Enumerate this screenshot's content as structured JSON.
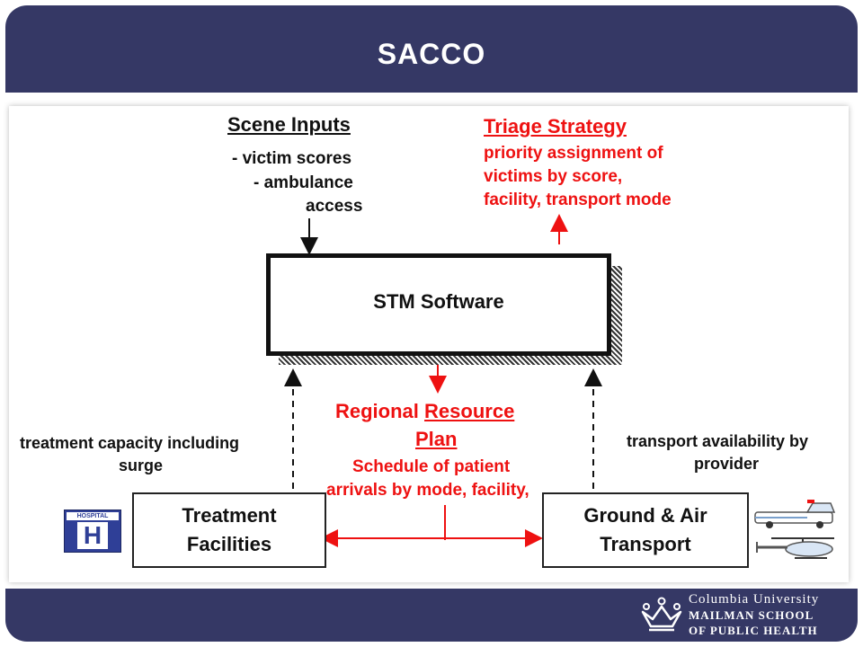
{
  "header": {
    "title": "SACCO"
  },
  "diagram": {
    "scene_inputs": {
      "heading": "Scene Inputs",
      "line1": "- victim scores",
      "line2": "- ambulance",
      "line3": "access"
    },
    "triage": {
      "heading": "Triage Strategy",
      "line1": "priority assignment of",
      "line2": "victims by score,",
      "line3": "facility, transport mode"
    },
    "stm": {
      "label": "STM Software"
    },
    "regional": {
      "word1": "Regional",
      "word2": "Resource",
      "word3": "Plan",
      "line1": "Schedule of patient",
      "line2": "arrivals by mode, facility,"
    },
    "treatment_capacity": {
      "line1": "treatment capacity including",
      "line2": "surge"
    },
    "transport_availability": {
      "line1": "transport availability by",
      "line2": "provider"
    },
    "treatment_facilities": {
      "line1": "Treatment",
      "line2": "Facilities"
    },
    "ground_air": {
      "line1": "Ground & Air",
      "line2": "Transport"
    },
    "hospital_icon": {
      "top": "HOSPITAL",
      "letter": "H"
    }
  },
  "footer": {
    "logo_line1": "Columbia University",
    "logo_line2": "MAILMAN SCHOOL",
    "logo_line3": "OF PUBLIC HEALTH"
  },
  "colors": {
    "header_bg": "#353865",
    "red_text": "#ee1111",
    "hospital_blue": "#2f3f97"
  }
}
